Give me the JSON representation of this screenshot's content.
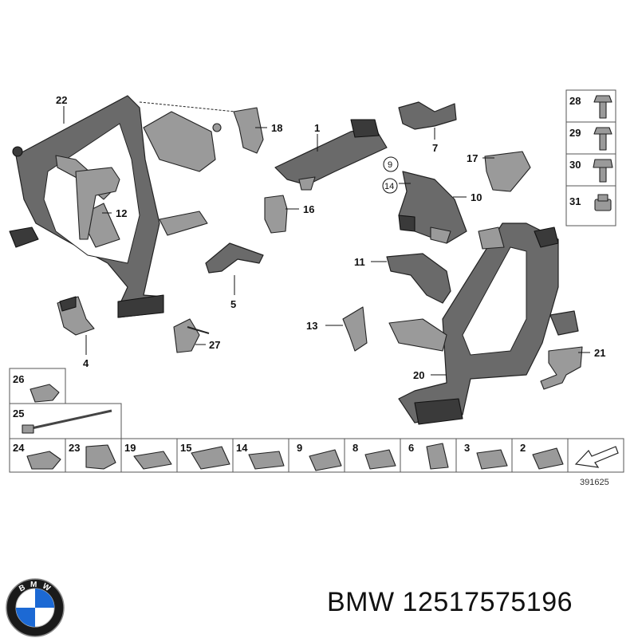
{
  "diagram": {
    "callouts": {
      "p1": "1",
      "p4": "4",
      "p5": "5",
      "p7": "7",
      "p9": "9",
      "p10": "10",
      "p11": "11",
      "p12": "12",
      "p13": "13",
      "p14": "14",
      "p16": "16",
      "p17": "17",
      "p18": "18",
      "p20": "20",
      "p21": "21",
      "p22": "22",
      "p27": "27"
    },
    "fastener_legend": [
      "28",
      "29",
      "30",
      "31"
    ],
    "clip_row": [
      "24",
      "23",
      "19",
      "15",
      "14",
      "9",
      "8",
      "6",
      "3",
      "2"
    ],
    "left_legend": [
      "26",
      "25"
    ],
    "reference_number": "391625"
  },
  "footer": {
    "brand_text": "BMW 12517575196",
    "logo_letters": "BMW"
  }
}
